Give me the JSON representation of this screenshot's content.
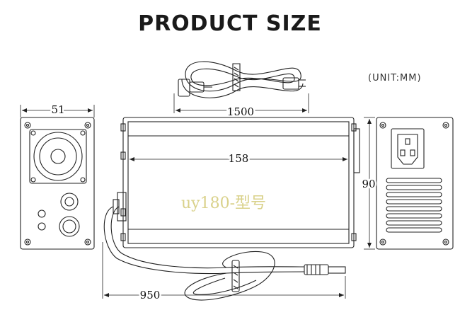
{
  "header": {
    "title": "PRODUCT SIZE",
    "unit": "(UNIT:MM)"
  },
  "dimensions": {
    "cable_length": "1500",
    "side_width": "51",
    "body_length": "158",
    "body_height": "90",
    "output_cable_length": "950"
  },
  "watermark": "uy180-型号",
  "colors": {
    "line": "#222222",
    "watermark": "#d9d18a"
  }
}
